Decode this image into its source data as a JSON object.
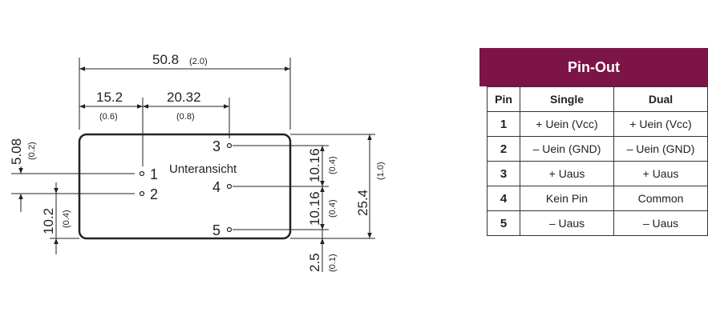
{
  "drawing": {
    "overall_width": "50.8",
    "overall_width_inch": "(2.0)",
    "dim_left_pin": "15.2",
    "dim_left_pin_inch": "(0.6)",
    "dim_pin_spacing": "20.32",
    "dim_pin_spacing_inch": "(0.8)",
    "dim_top_offset": "5.08",
    "dim_top_offset_inch": "(0.2)",
    "dim_left_pitch": "10.2",
    "dim_left_pitch_inch": "(0.4)",
    "dim_right_pitch_upper": "10.16",
    "dim_right_pitch_upper_inch": "(0.4)",
    "dim_right_pitch_lower": "10.16",
    "dim_right_pitch_lower_inch": "(0.4)",
    "dim_height": "25.4",
    "dim_height_inch": "(1.0)",
    "dim_bottom_offset": "2.5",
    "dim_bottom_offset_inch": "(0.1)",
    "view_label": "Unteransicht",
    "pin_labels": [
      "1",
      "2",
      "3",
      "4",
      "5"
    ]
  },
  "pinout": {
    "title": "Pin-Out",
    "headers": [
      "Pin",
      "Single",
      "Dual"
    ],
    "rows": [
      {
        "pin": "1",
        "single": "+ Uein (Vcc)",
        "dual": "+ Uein (Vcc)"
      },
      {
        "pin": "2",
        "single": "– Uein (GND)",
        "dual": "– Uein (GND)"
      },
      {
        "pin": "3",
        "single": "+ Uaus",
        "dual": "+ Uaus"
      },
      {
        "pin": "4",
        "single": "Kein Pin",
        "dual": "Common"
      },
      {
        "pin": "5",
        "single": "– Uaus",
        "dual": "– Uaus"
      }
    ],
    "header_color": "#7d1447"
  }
}
